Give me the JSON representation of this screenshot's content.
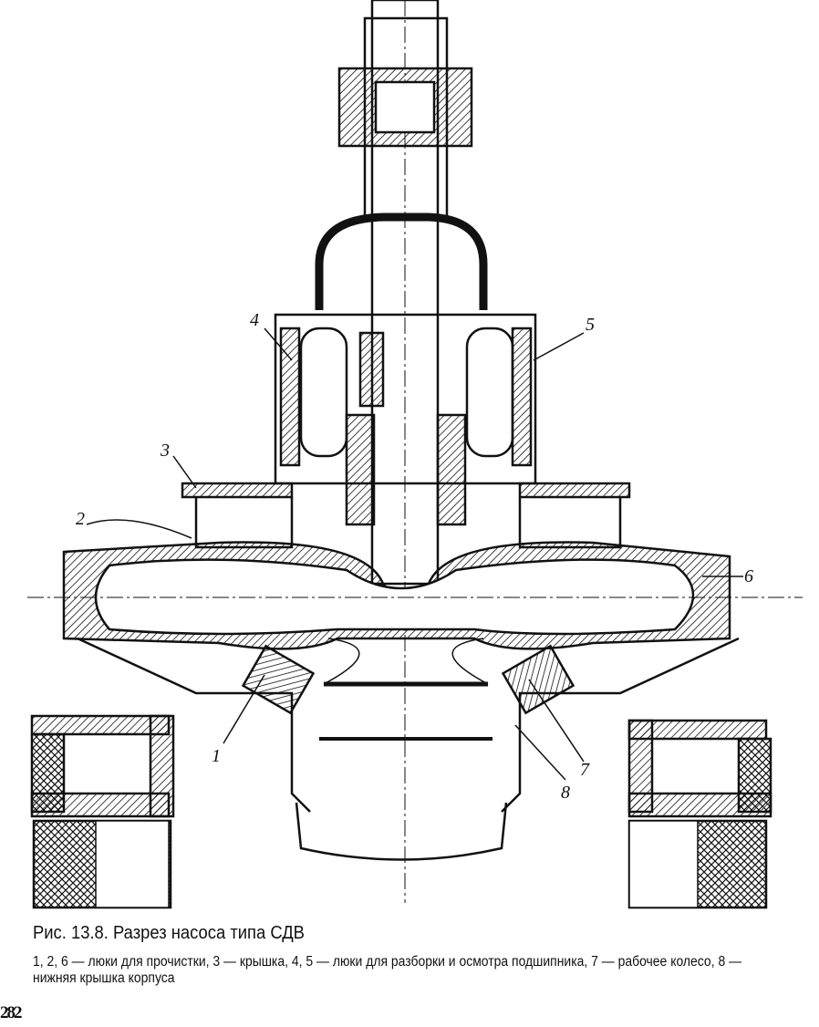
{
  "figure": {
    "labels": {
      "l1": "1",
      "l2": "2",
      "l3": "3",
      "l4": "4",
      "l5": "5",
      "l6": "6",
      "l7": "7",
      "l8": "8"
    },
    "title": "Рис. 13.8. Разрез насоса типа СДВ",
    "legend": "1, 2, 6 — люки для прочистки, 3 — крышка, 4, 5 — люки для разборки и осмотра подшипника, 7 — рабочее колесо, 8 — нижняя крышка корпуса"
  },
  "page_number": "282"
}
